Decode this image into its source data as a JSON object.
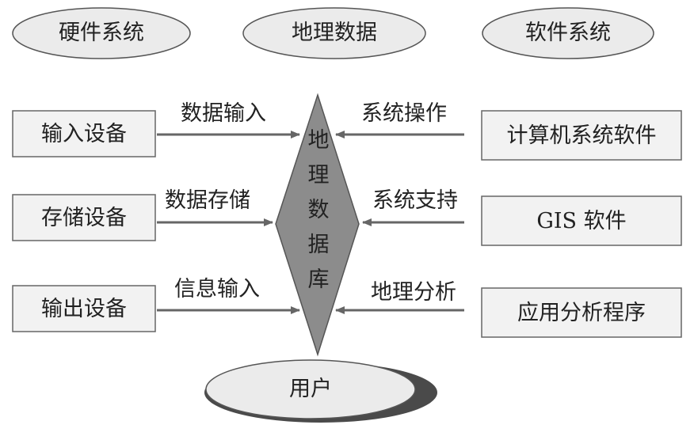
{
  "top_ellipses": [
    "硬件系统",
    "地理数据",
    "软件系统"
  ],
  "hardware": {
    "boxes": [
      "输入设备",
      "存储设备",
      "输出设备"
    ],
    "arrow_labels": [
      "数据输入",
      "数据存储",
      "信息输入"
    ]
  },
  "software": {
    "boxes": [
      "计算机系统软件",
      "GIS 软件",
      "应用分析程序"
    ],
    "arrow_labels": [
      "系统操作",
      "系统支持",
      "地理分析"
    ]
  },
  "center": "地理数据库",
  "user": "用户",
  "colors": {
    "diamond_fill": "#8c8c8c",
    "box_fill": "#f2f2f2",
    "ellipse_fill": "#ebebeb",
    "stroke": "#555555",
    "shadow": "#4a4a4a"
  }
}
